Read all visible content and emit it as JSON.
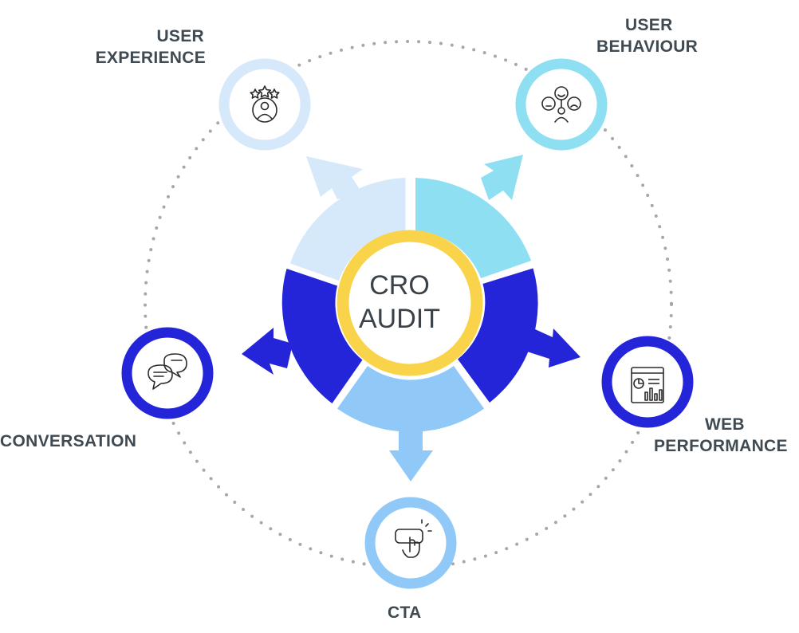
{
  "center": {
    "line1": "CRO",
    "line2": "AUDIT"
  },
  "nodes": {
    "user_experience": {
      "line1": "USER",
      "line2": "EXPERIENCE",
      "icon": "rating-user-icon",
      "color": "#d6e9fa"
    },
    "user_behaviour": {
      "line1": "USER",
      "line2": "BEHAVIOUR",
      "icon": "emotions-icon",
      "color": "#8fdff2"
    },
    "web_performance": {
      "line1": "WEB",
      "line2": "PERFORMANCE",
      "icon": "analytics-window-icon",
      "color": "#2424d8"
    },
    "cta": {
      "line1": "CTA",
      "icon": "click-button-icon",
      "color": "#90c8f7"
    },
    "conversation": {
      "line1": "CONVERSATION",
      "icon": "chat-bubbles-icon",
      "color": "#2424d8"
    }
  },
  "colors": {
    "center_ring": "#f9d34a",
    "dotted_ring": "#a7a7a7",
    "label_text": "#3f4a52"
  }
}
